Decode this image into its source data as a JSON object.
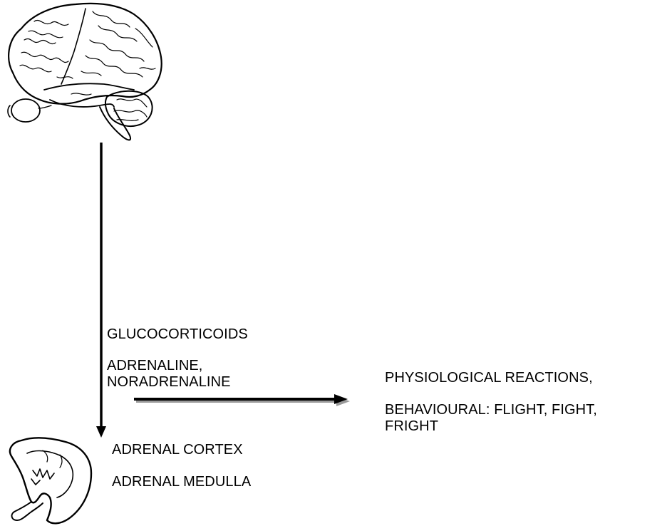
{
  "labels": {
    "hormones_cortex": "GLUCOCORTICOIDS",
    "hormones_medulla": "ADRENALINE,\nNORADRENALINE",
    "reaction_physiological": "PHYSIOLOGICAL REACTIONS,",
    "reaction_behavioural": "BEHAVIOURAL: FLIGHT, FIGHT,\nFRIGHT",
    "adrenal_cortex": "ADRENAL CORTEX",
    "adrenal_medulla": "ADRENAL MEDULLA"
  },
  "icons": {
    "brain": "brain-illustration",
    "adrenal_gland": "adrenal-gland-illustration"
  },
  "colors": {
    "ink": "#000000",
    "arrow_shadow": "#9a9a9a",
    "background": "#ffffff"
  }
}
